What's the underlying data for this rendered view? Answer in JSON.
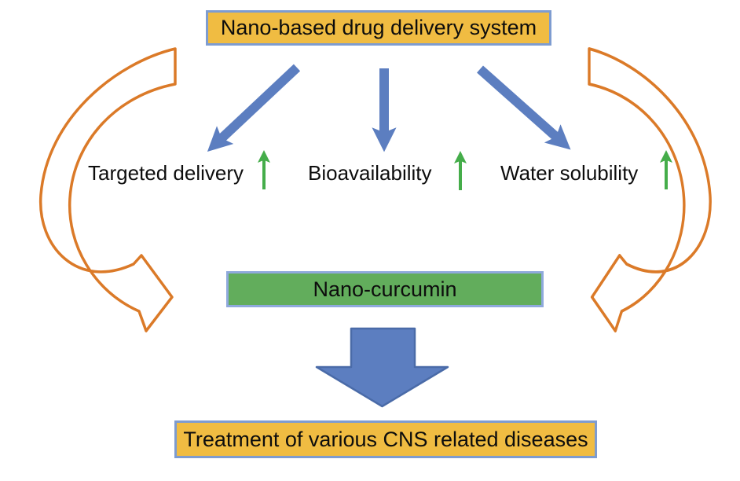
{
  "diagram": {
    "top_box": {
      "label": "Nano-based drug delivery system"
    },
    "benefits": [
      {
        "label": "Targeted delivery",
        "trend": "increase"
      },
      {
        "label": "Bioavailability",
        "trend": "increase"
      },
      {
        "label": "Water solubility",
        "trend": "increase"
      }
    ],
    "middle_box": {
      "label": "Nano-curcumin"
    },
    "bottom_box": {
      "label": "Treatment of various CNS related diseases"
    },
    "colors": {
      "box_yellow": "#F0BC42",
      "box_green": "#62AD5C",
      "box_border_blue": "#7E9CD0",
      "flow_arrow_blue": "#5C7EC0",
      "flow_arrow_blue_border": "#4A6BA8",
      "swoosh_orange": "#DB7A28",
      "increase_green": "#45AD4A",
      "text": "#0D0D0D",
      "background": "#FFFFFF"
    }
  }
}
